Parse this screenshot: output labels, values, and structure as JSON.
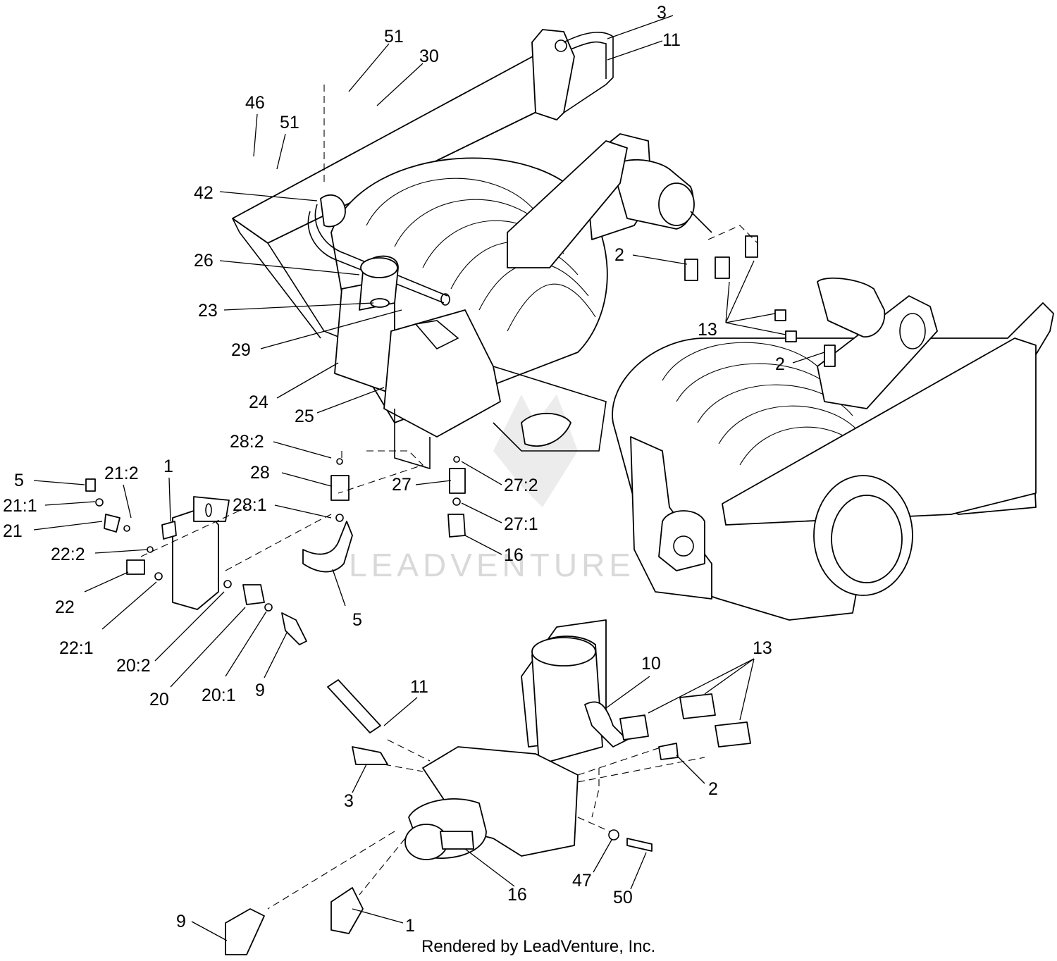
{
  "watermark": "LEADVENTURE",
  "footer": "Rendered by LeadVenture, Inc.",
  "callouts": {
    "c3a": "3",
    "c11a": "11",
    "c51a": "51",
    "c30": "30",
    "c46": "46",
    "c51b": "51",
    "c42": "42",
    "c26": "26",
    "c23": "23",
    "c29": "29",
    "c24": "24",
    "c25": "25",
    "c2a": "2",
    "c13a": "13",
    "c2b": "2",
    "c28_2": "28:2",
    "c28": "28",
    "c28_1": "28:1",
    "c5a": "5",
    "c27": "27",
    "c27_2": "27:2",
    "c27_1": "27:1",
    "c16a": "16",
    "c5b": "5",
    "c21_2": "21:2",
    "c1a": "1",
    "c21_1": "21:1",
    "c21": "21",
    "c22_2": "22:2",
    "c22": "22",
    "c22_1": "22:1",
    "c20_2": "20:2",
    "c20": "20",
    "c20_1": "20:1",
    "c9a": "9",
    "c11b": "11",
    "c10": "10",
    "c13b": "13",
    "c3b": "3",
    "c2c": "2",
    "c16b": "16",
    "c47": "47",
    "c50": "50",
    "c9b": "9",
    "c1b": "1"
  }
}
